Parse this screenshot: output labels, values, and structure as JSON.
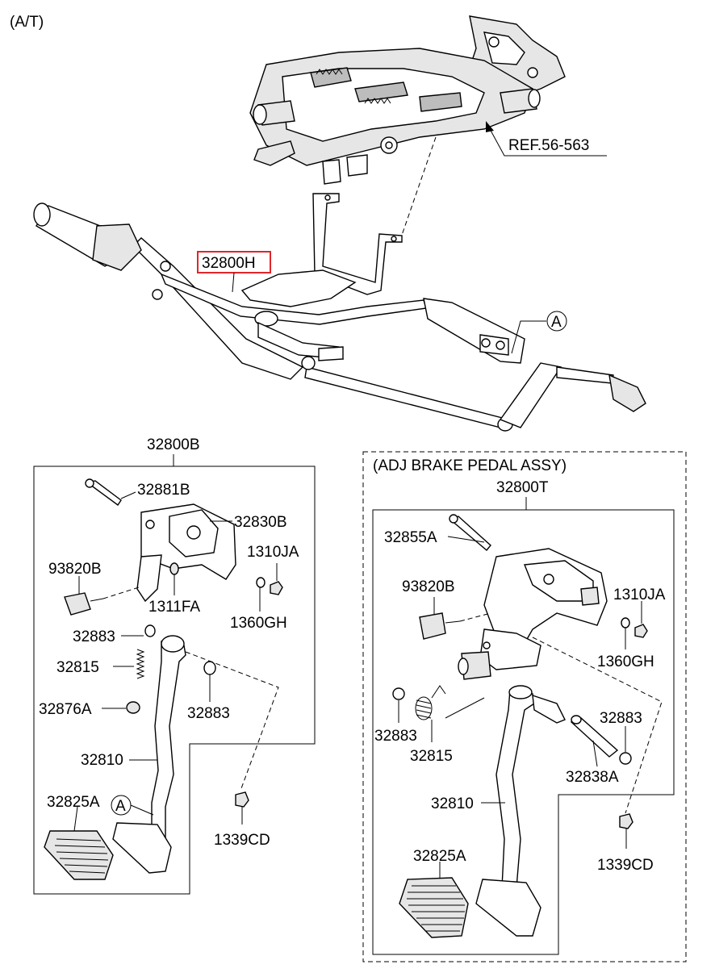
{
  "header": {
    "variant_label": "(A/T)"
  },
  "reference": {
    "label": "REF.56-563"
  },
  "callouts": {
    "detail_a": "A"
  },
  "top_assembly": {
    "highlighted_part": "32800H"
  },
  "left_group": {
    "assembly_number": "32800B",
    "parts": {
      "p32881B": "32881B",
      "p32830B": "32830B",
      "p1310JA": "1310JA",
      "p93820B": "93820B",
      "p1311FA": "1311FA",
      "p1360GH": "1360GH",
      "p32883_top": "32883",
      "p32815": "32815",
      "p32876A": "32876A",
      "p32883_right": "32883",
      "p32810": "32810",
      "p32825A": "32825A",
      "p1339CD": "1339CD"
    }
  },
  "right_group": {
    "title": "(ADJ BRAKE PEDAL ASSY)",
    "assembly_number": "32800T",
    "parts": {
      "p32855A": "32855A",
      "p93820B": "93820B",
      "p1310JA": "1310JA",
      "p1360GH": "1360GH",
      "p32883_left": "32883",
      "p32815": "32815",
      "p32883_right": "32883",
      "p32838A": "32838A",
      "p32810": "32810",
      "p32825A": "32825A",
      "p1339CD": "1339CD"
    }
  },
  "colors": {
    "highlight": "#e0262a",
    "line": "#000000"
  }
}
